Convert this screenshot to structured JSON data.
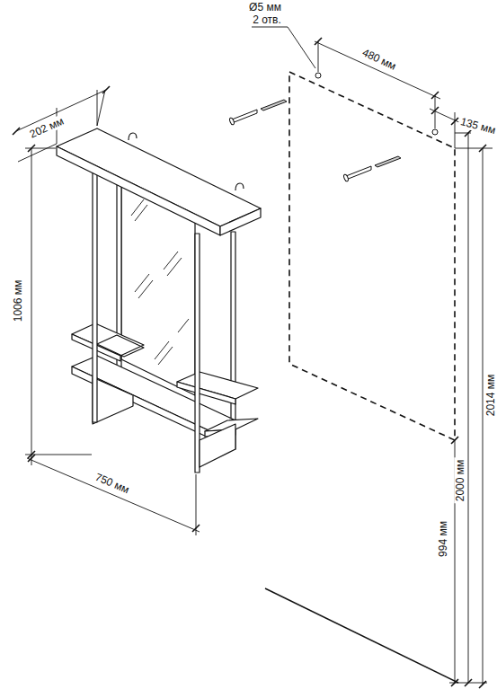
{
  "diagram": {
    "labels": [
      "202 мм",
      "1006 мм",
      "750 мм",
      "Ø5 мм",
      "2 отв.",
      "480 мм",
      "135 мм",
      "994 мм",
      "2000 мм",
      "2014 мм"
    ]
  }
}
